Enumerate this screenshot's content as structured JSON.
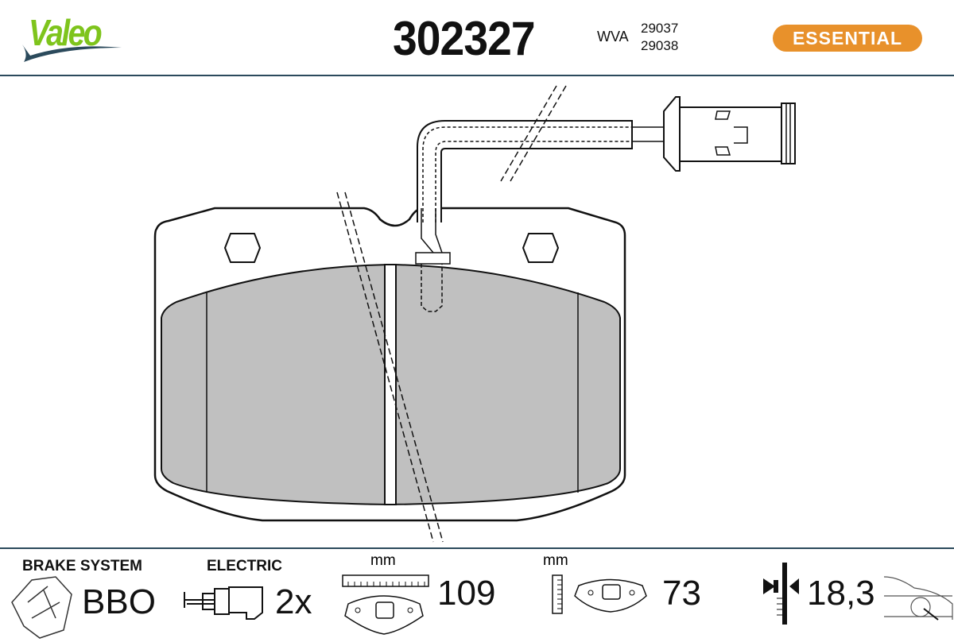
{
  "header": {
    "brand": "Valeo",
    "part_number": "302327",
    "wva_label": "WVA",
    "wva_numbers": [
      "29037",
      "29038"
    ],
    "badge": "ESSENTIAL"
  },
  "colors": {
    "brand_green": "#7ec41c",
    "badge_orange": "#e8912b",
    "rule": "#2b4a5c",
    "friction_gray": "#c0c0c0"
  },
  "specs": {
    "brake_system_label": "BRAKE SYSTEM",
    "brake_system_value": "BBO",
    "electric_label": "ELECTRIC",
    "electric_value": "2x",
    "width_unit": "mm",
    "width_value": "109",
    "height_unit": "mm",
    "height_value": "73",
    "thickness_value": "18,3"
  }
}
